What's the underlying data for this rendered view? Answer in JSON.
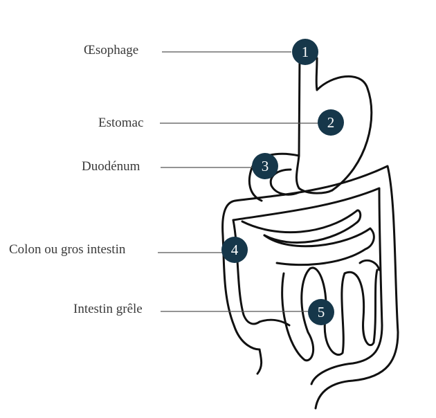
{
  "labels": [
    {
      "id": "oesophage",
      "text": "Œsophage"
    },
    {
      "id": "estomac",
      "text": "Estomac"
    },
    {
      "id": "duodenum",
      "text": "Duodénum"
    },
    {
      "id": "colon",
      "text": "Colon ou gros intestin"
    },
    {
      "id": "intestin-grele",
      "text": "Intestin grêle"
    }
  ],
  "markers": [
    "1",
    "2",
    "3",
    "4",
    "5"
  ],
  "colors": {
    "marker_fill": "#16374a",
    "outline": "#111111",
    "leader_line": "#555555",
    "label_text": "#3a3a3a"
  }
}
